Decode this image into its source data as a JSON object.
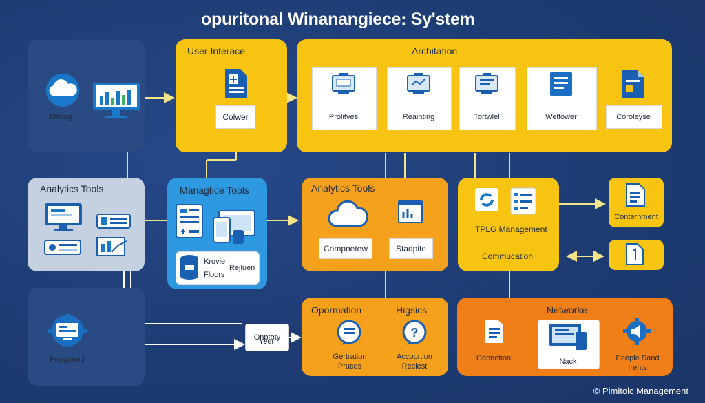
{
  "title": "opuritonal Winanangiece: Sy'stem",
  "copyright": "© Pimitolc Management",
  "left_top": {
    "label": "Mstiug"
  },
  "analytics_left": {
    "title": "Analytics Tools"
  },
  "prospured": {
    "label": "Prospured"
  },
  "user_interface": {
    "title": "User Interace",
    "button": "Colwer"
  },
  "architecture": {
    "title": "Architation",
    "cards": [
      "Prolitves",
      "Reainting",
      "Tortwlel",
      "Welfower",
      "Coroleyse"
    ]
  },
  "managice": {
    "title": "Managtice Tools",
    "line1": "Krovie",
    "line2": "Floors",
    "side": "Rejluen"
  },
  "analytics_mid": {
    "title": "Analytics Tools",
    "btn1": "Compnetew",
    "btn2": "Stadpite"
  },
  "tplg": {
    "title": "TPLG Management",
    "sub": "Commucation"
  },
  "right_cards": {
    "card1": "Conternment"
  },
  "onptoty": {
    "line1": "Onptoty",
    "line2": "Yeer"
  },
  "opormation": {
    "title1": "Opormation",
    "title2": "Higsics",
    "item1_l1": "Gertration",
    "item1_l2": "Pruces",
    "item2_l1": "Accoprtion",
    "item2_l2": "Reclest"
  },
  "networke": {
    "title": "Networke",
    "item1": "Connetion",
    "item2": "Nack",
    "item3_l1": "People Sand",
    "item3_l2": "Irents"
  }
}
